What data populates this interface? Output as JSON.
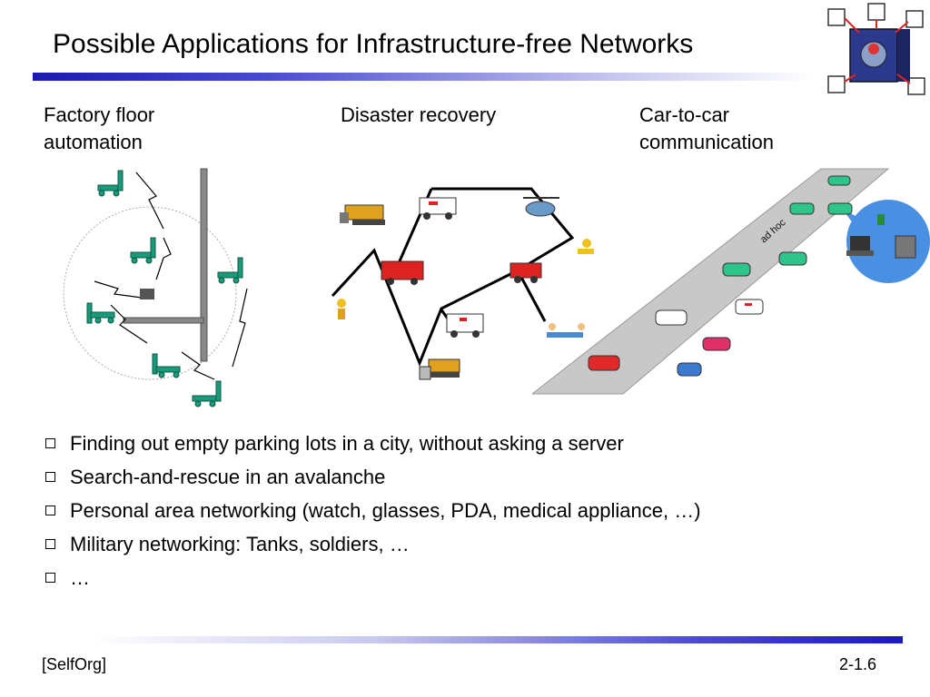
{
  "slide": {
    "title": "Possible Applications for Infrastructure-free Networks",
    "columns": [
      {
        "label": "Factory floor\nautomation"
      },
      {
        "label": "Disaster recovery"
      },
      {
        "label": "Car-to-car\ncommunication"
      }
    ],
    "bullets": [
      "Finding out empty parking lots in a city, without asking a server",
      "Search-and-rescue in an avalanche",
      "Personal area networking (watch, glasses, PDA, medical appliance, …)",
      "Military networking: Tanks, soldiers, …",
      "…"
    ],
    "car_scene": {
      "ad_hoc_label": "ad hoc"
    },
    "footer": {
      "left": "[SelfOrg]",
      "right": "2-1.6"
    }
  },
  "colors": {
    "title_bar": "#1a1ab0",
    "robot": "#1a9a7a",
    "car_green": "#2ec48a",
    "road": "#c8c8c8",
    "bubble": "#4a90e2"
  }
}
